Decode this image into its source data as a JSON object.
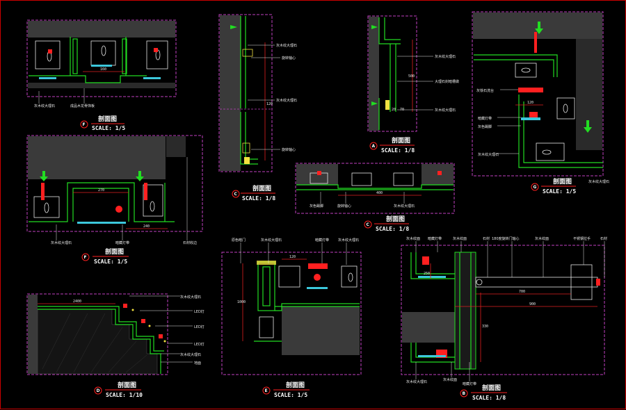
{
  "colors": {
    "background": "#000000",
    "frame": "#cc0000",
    "section_box": "#c040c0",
    "wall_fill": "#3a3a3a",
    "stone_green": "#22dd22",
    "dimension": "#e02020",
    "annotation": "#e8e8e8",
    "light_cyan": "#3cc8dc",
    "fixture_yellow": "#f0e040",
    "marker": "#ff2020"
  },
  "drawings": [
    {
      "id": "F1",
      "title": "剖面图",
      "scale": "SCALE: 1/5",
      "tag": "F",
      "labels": [
        "灰木纹大理石",
        "成品木龙骨饰板"
      ],
      "dims": [
        "160"
      ]
    },
    {
      "id": "V1",
      "title": "剖面图",
      "scale": "SCALE: 1/8",
      "tag": "C",
      "labels": [
        "灰木纹大理石",
        "旋转轴心",
        "灰木纹大理石",
        "旋转轴心"
      ],
      "dims": [
        "120"
      ]
    },
    {
      "id": "A1",
      "title": "剖面图",
      "scale": "SCALE: 1/8",
      "tag": "A",
      "labels": [
        "灰木纹大理石",
        "大理石封暗槽做",
        "灰木纹大理石"
      ],
      "dims": [
        "500",
        "20",
        "70"
      ]
    },
    {
      "id": "G1",
      "title": "剖面图",
      "scale": "SCALE: 1/5",
      "tag": "G",
      "labels": [
        "灰铁石洗台",
        "暗藏灯带",
        "灰色踢脚",
        "灰木纹大理石",
        "灰木纹大理石"
      ],
      "dims": [
        "120"
      ]
    },
    {
      "id": "F2",
      "title": "剖面图",
      "scale": "SCALE: 1/5",
      "tag": "F",
      "labels": [
        "灰木纹大理石",
        "暗藏灯带",
        "石材收边"
      ],
      "dims": [
        "270",
        "240"
      ]
    },
    {
      "id": "C2",
      "title": "剖面图",
      "scale": "SCALE: 1/8",
      "tag": "C",
      "labels": [
        "灰色踢脚",
        "旋转轴心",
        "灰木纹大理石"
      ],
      "dims": [
        "400"
      ]
    },
    {
      "id": "D1",
      "title": "剖面图",
      "scale": "SCALE: 1/10",
      "tag": "D",
      "labels": [
        "灰木纹大理石",
        "LED灯",
        "LED灯",
        "LED灯",
        "灰木纹大理石",
        "地面"
      ],
      "dims": [
        "2400"
      ]
    },
    {
      "id": "E1",
      "title": "剖面图",
      "scale": "SCALE: 1/5",
      "tag": "E",
      "labels": [
        "原色暗门",
        "灰木纹大理石",
        "暗藏灯带",
        "灰木纹大理石"
      ],
      "dims": [
        "120",
        "1000"
      ]
    },
    {
      "id": "B1",
      "title": "剖面图",
      "scale": "SCALE: 1/8",
      "tag": "B",
      "labels": [
        "灰木纹面",
        "暗藏灯带",
        "灰木纹面",
        "石材",
        "180度旋转门轴心",
        "灰木纹面",
        "不锈钢拉手",
        "石材",
        "灰木纹大理石",
        "灰木纹面",
        "暗藏灯带"
      ],
      "dims": [
        "700",
        "900",
        "250",
        "330"
      ]
    }
  ]
}
